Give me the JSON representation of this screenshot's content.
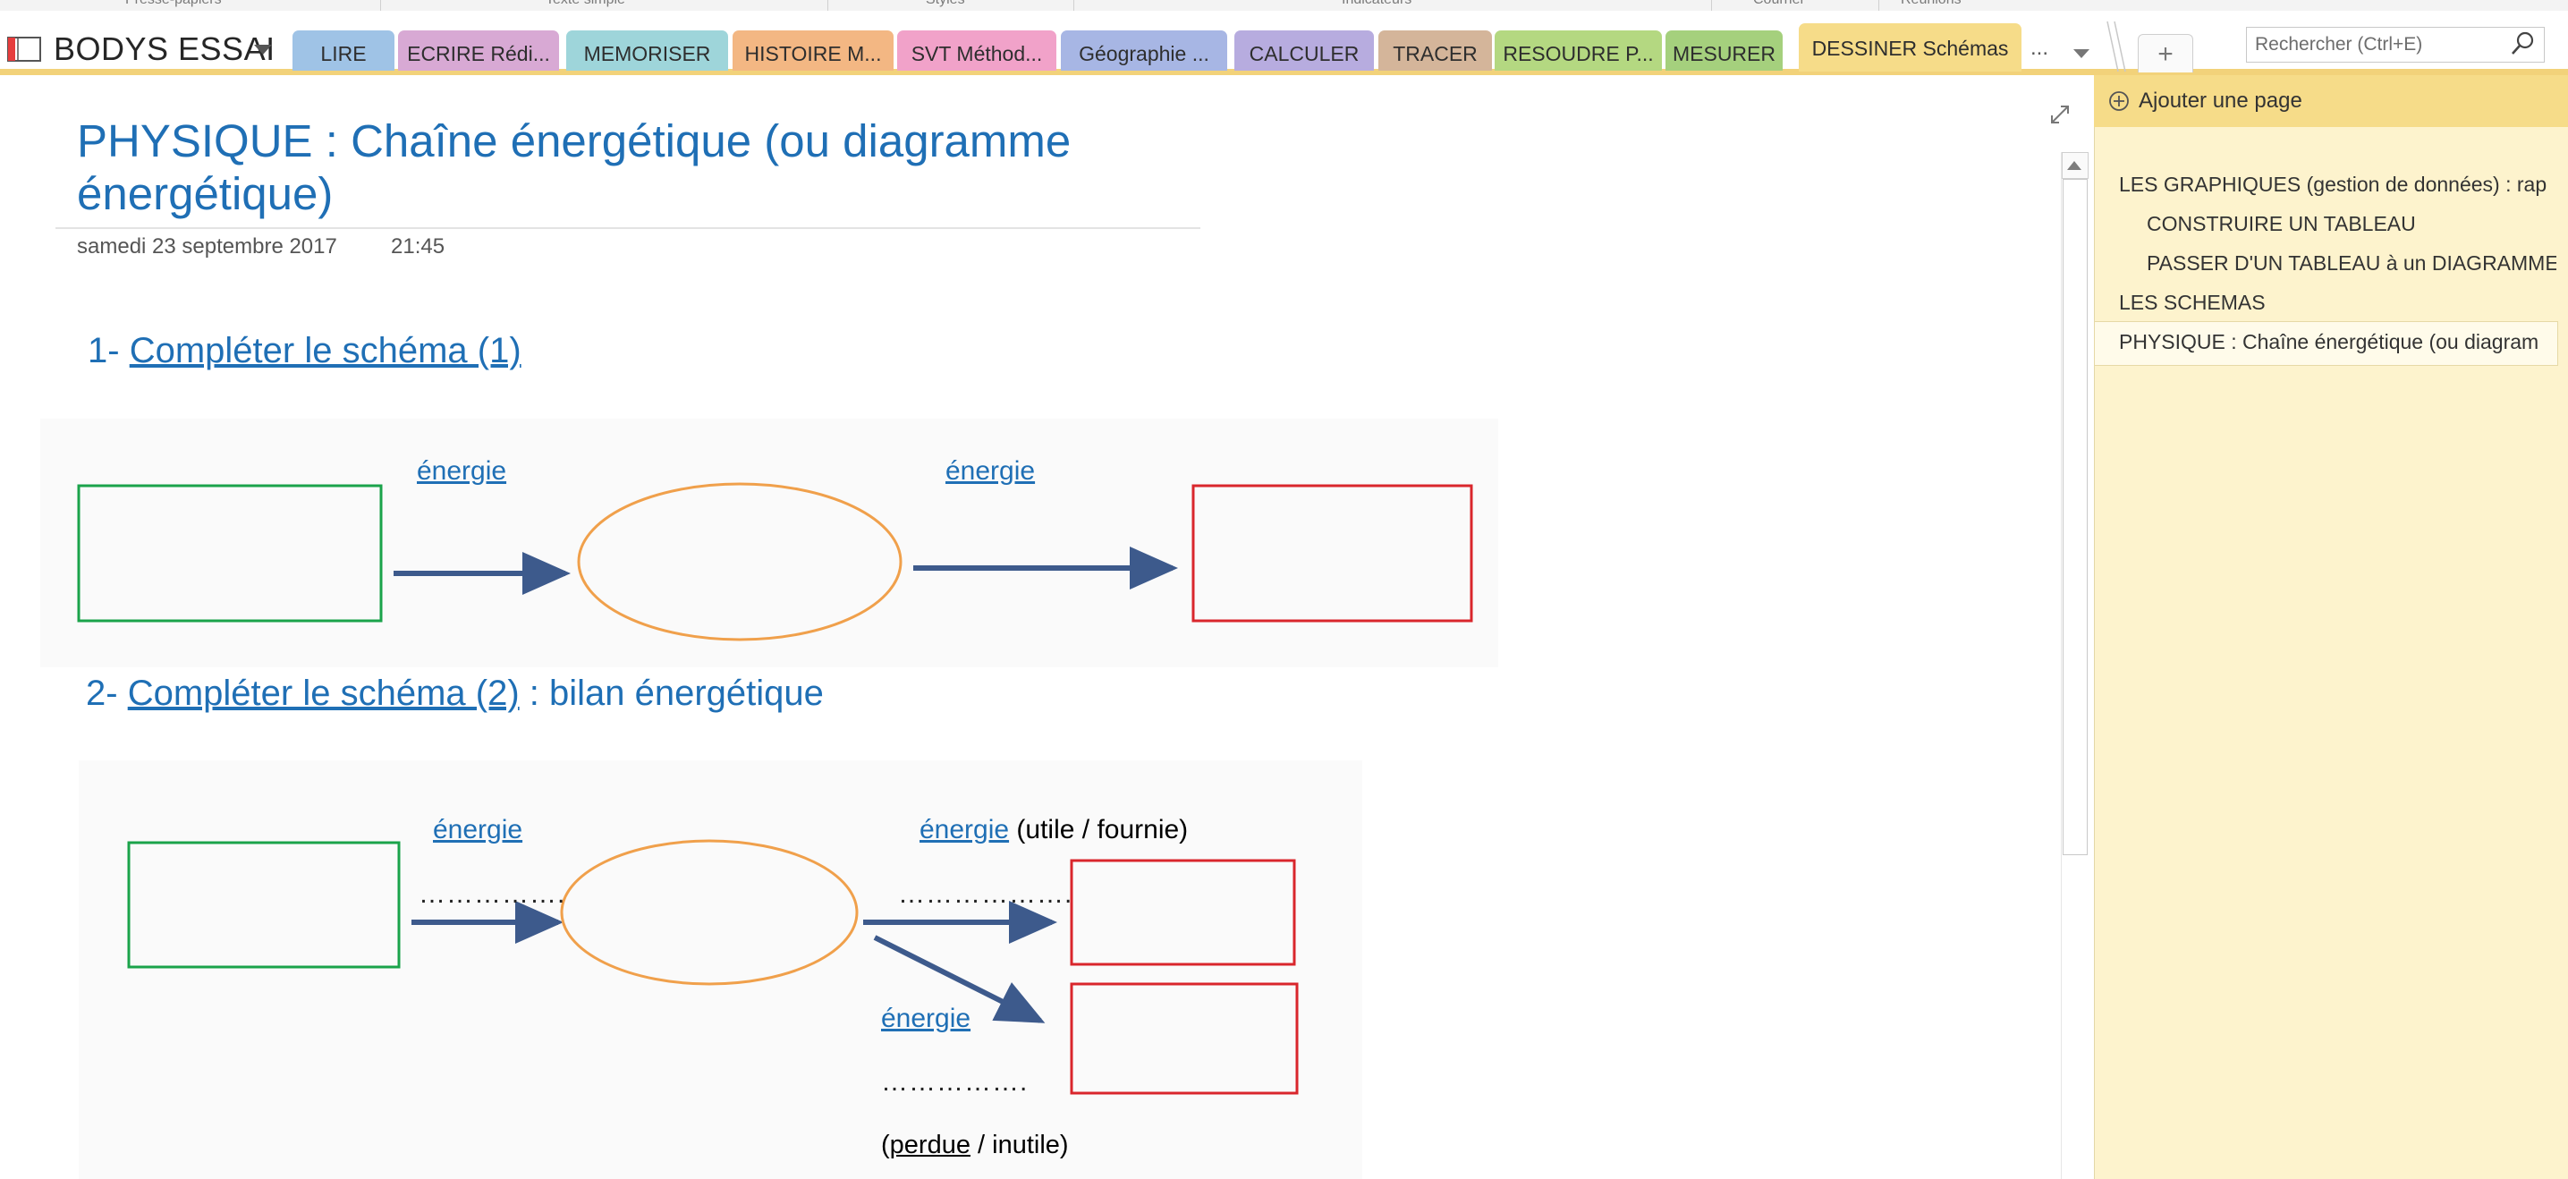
{
  "ribbon": {
    "groups": [
      "Presse-papiers",
      "Texte simple",
      "Styles",
      "Indicateurs",
      "Courrier",
      "Réunions"
    ]
  },
  "notebook": {
    "name": "BODYS ESSAI"
  },
  "tabs": [
    {
      "label": "LIRE",
      "color": "#9fc3e6"
    },
    {
      "label": "ECRIRE Rédi...",
      "color": "#d8a9d4"
    },
    {
      "label": "MEMORISER",
      "color": "#9ed5da"
    },
    {
      "label": "HISTOIRE M...",
      "color": "#f3b783"
    },
    {
      "label": "SVT Méthod...",
      "color": "#f1a2c9"
    },
    {
      "label": "Géographie ...",
      "color": "#a7b6e4"
    },
    {
      "label": "CALCULER",
      "color": "#b7acdf"
    },
    {
      "label": "TRACER",
      "color": "#d4b59a"
    },
    {
      "label": "RESOUDRE P...",
      "color": "#b4d881"
    },
    {
      "label": "MESURER",
      "color": "#a5d07d"
    },
    {
      "label": "DESSINER Schémas",
      "color": "#f6dc89"
    }
  ],
  "tab_more_label": "...",
  "tab_add_label": "+",
  "search": {
    "placeholder": "Rechercher (Ctrl+E)"
  },
  "page": {
    "title": "PHYSIQUE : Chaîne énergétique (ou diagramme énergétique)",
    "date": "samedi 23 septembre 2017",
    "time": "21:45"
  },
  "section1": {
    "number": "1-",
    "link_text": "Compléter le schéma (1)",
    "label_a": "énergie",
    "label_b": "énergie"
  },
  "section2": {
    "number": "2-",
    "link_text": "Compléter le schéma (2)",
    "suffix": " : bilan énergétique",
    "label_in": "énergie",
    "label_useful_word": "énergie",
    "label_useful_rest": " (utile / fournie)",
    "label_lost": "énergie",
    "dots_in": "…………….",
    "dots_useful": "……………….",
    "dots_lost": "…………….",
    "lost_word": "perdue",
    "lost_rest": " / inutile)",
    "lost_open": "("
  },
  "pages_pane": {
    "add_page_label": "Ajouter une page",
    "items": [
      {
        "label": "LES GRAPHIQUES (gestion de données) : rap"
      },
      {
        "label": "CONSTRUIRE UN TABLEAU"
      },
      {
        "label": "PASSER D'UN TABLEAU à un DIAGRAMME"
      },
      {
        "label": "LES SCHEMAS"
      },
      {
        "label": "PHYSIQUE : Chaîne énergétique (ou diagram"
      }
    ]
  },
  "colors": {
    "accent_title": "#1f6fb5",
    "source_box": "#1aa34a",
    "converter_ellipse": "#f0a04b",
    "receiver_box": "#d9262c",
    "arrow": "#3d5a8c",
    "pages_pane_bg": "#fdf3cd"
  }
}
